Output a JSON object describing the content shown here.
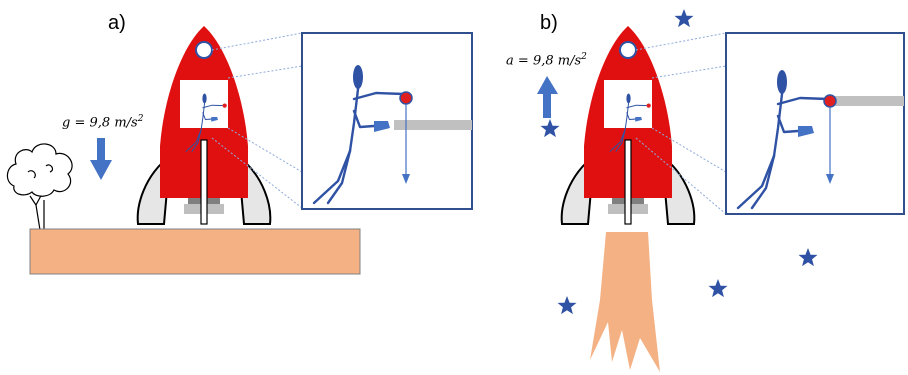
{
  "panels": [
    {
      "id": "a",
      "label": "a)",
      "acceleration": {
        "symbol": "g",
        "value": "9,8",
        "unit": "m/s",
        "exponent": "2",
        "direction": "down"
      },
      "setting": "ground",
      "has_flame": false
    },
    {
      "id": "b",
      "label": "b)",
      "acceleration": {
        "symbol": "a",
        "value": "9,8",
        "unit": "m/s",
        "exponent": "2",
        "direction": "up"
      },
      "setting": "space",
      "has_flame": true
    }
  ],
  "colors": {
    "rocket_body": "#e01010",
    "rocket_fins": "#e6e6e6",
    "arrow_blue": "#4472c4",
    "figure_blue": "#2f52a4",
    "ball_red": "#e02020",
    "ground": "#f4b183",
    "flame": "#f4b183",
    "star": "#2f52a4",
    "frame": "#2f4f8f",
    "rod_grey": "#c0c0c0"
  },
  "icons": [
    "tree-icon",
    "star-icon",
    "rocket-icon",
    "stick-figure-icon",
    "ball-icon",
    "flashlight-icon"
  ]
}
